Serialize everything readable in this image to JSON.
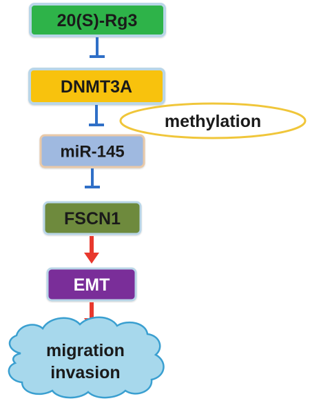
{
  "nodes": {
    "rg3": {
      "label": "20(S)-Rg3",
      "color": "#2db34a"
    },
    "dnmt3a": {
      "label": "DNMT3A",
      "color": "#f8c20a"
    },
    "methylation": {
      "label": "methylation",
      "color": "#f0c63a"
    },
    "mir145": {
      "label": "miR-145",
      "color": "#9fb9e0"
    },
    "fscn1": {
      "label": "FSCN1",
      "color": "#6e8a3c"
    },
    "emt": {
      "label": "EMT",
      "color": "#7a2f99"
    },
    "outcome": {
      "label_line1": "migration",
      "label_line2": "invasion",
      "color": "#a7d8ec"
    }
  },
  "edges": [
    {
      "from": "rg3",
      "to": "dnmt3a",
      "type": "inhibition",
      "color": "#2f6fc7"
    },
    {
      "from": "dnmt3a",
      "to": "mir145",
      "type": "inhibition",
      "color": "#2f6fc7"
    },
    {
      "from": "mir145",
      "to": "fscn1",
      "type": "inhibition",
      "color": "#2f6fc7"
    },
    {
      "from": "fscn1",
      "to": "emt",
      "type": "activation",
      "color": "#e8382d"
    },
    {
      "from": "emt",
      "to": "outcome",
      "type": "activation",
      "color": "#e8382d"
    }
  ]
}
